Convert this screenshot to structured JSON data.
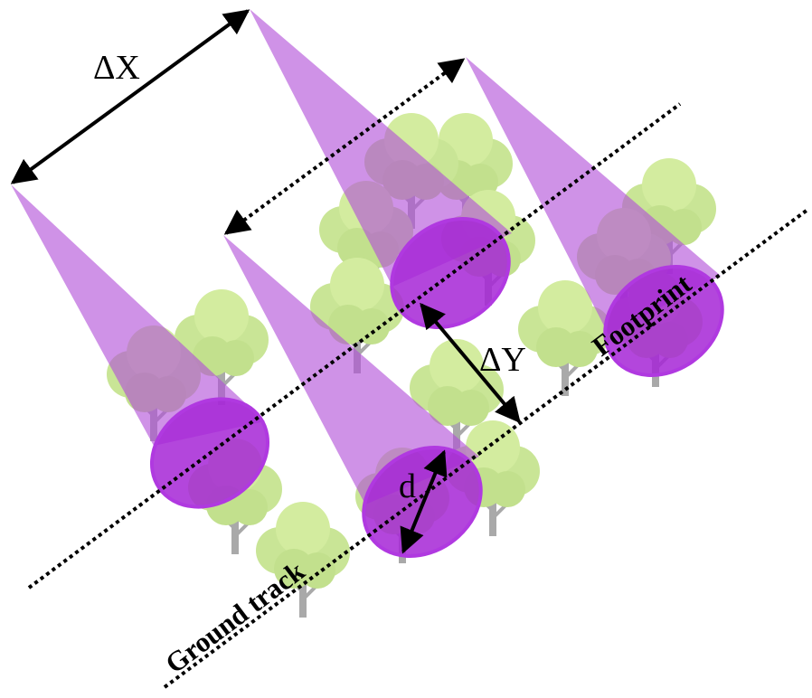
{
  "labels": {
    "delta_x": "ΔX",
    "delta_y": "ΔY",
    "diameter": "d",
    "footprint": "Footprint",
    "ground_track": "Ground track"
  },
  "colors": {
    "beam": "#b24fd8",
    "footprint_fill": "#a626d6",
    "footprint_stroke": "#b039e0",
    "tree_leaf": "#cde89a",
    "tree_leaf_dark": "#b4d57d",
    "tree_trunk": "#a9a9a9",
    "line": "#000000"
  }
}
